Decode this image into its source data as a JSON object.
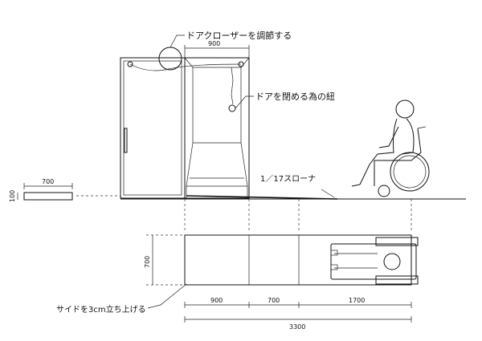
{
  "annotations": {
    "door_closer": "ドアクローザーを調節する",
    "door_string": "ドアを閉める為の紐",
    "slope": "1／17スローナ",
    "side_raise": "サイドを3cm立ち上げる"
  },
  "dimensions": {
    "door_width_top": "900",
    "sample_length": "700",
    "sample_height": "100",
    "plan_width": "700",
    "seg_1": "900",
    "seg_2": "700",
    "seg_3": "1700",
    "total": "3300"
  }
}
